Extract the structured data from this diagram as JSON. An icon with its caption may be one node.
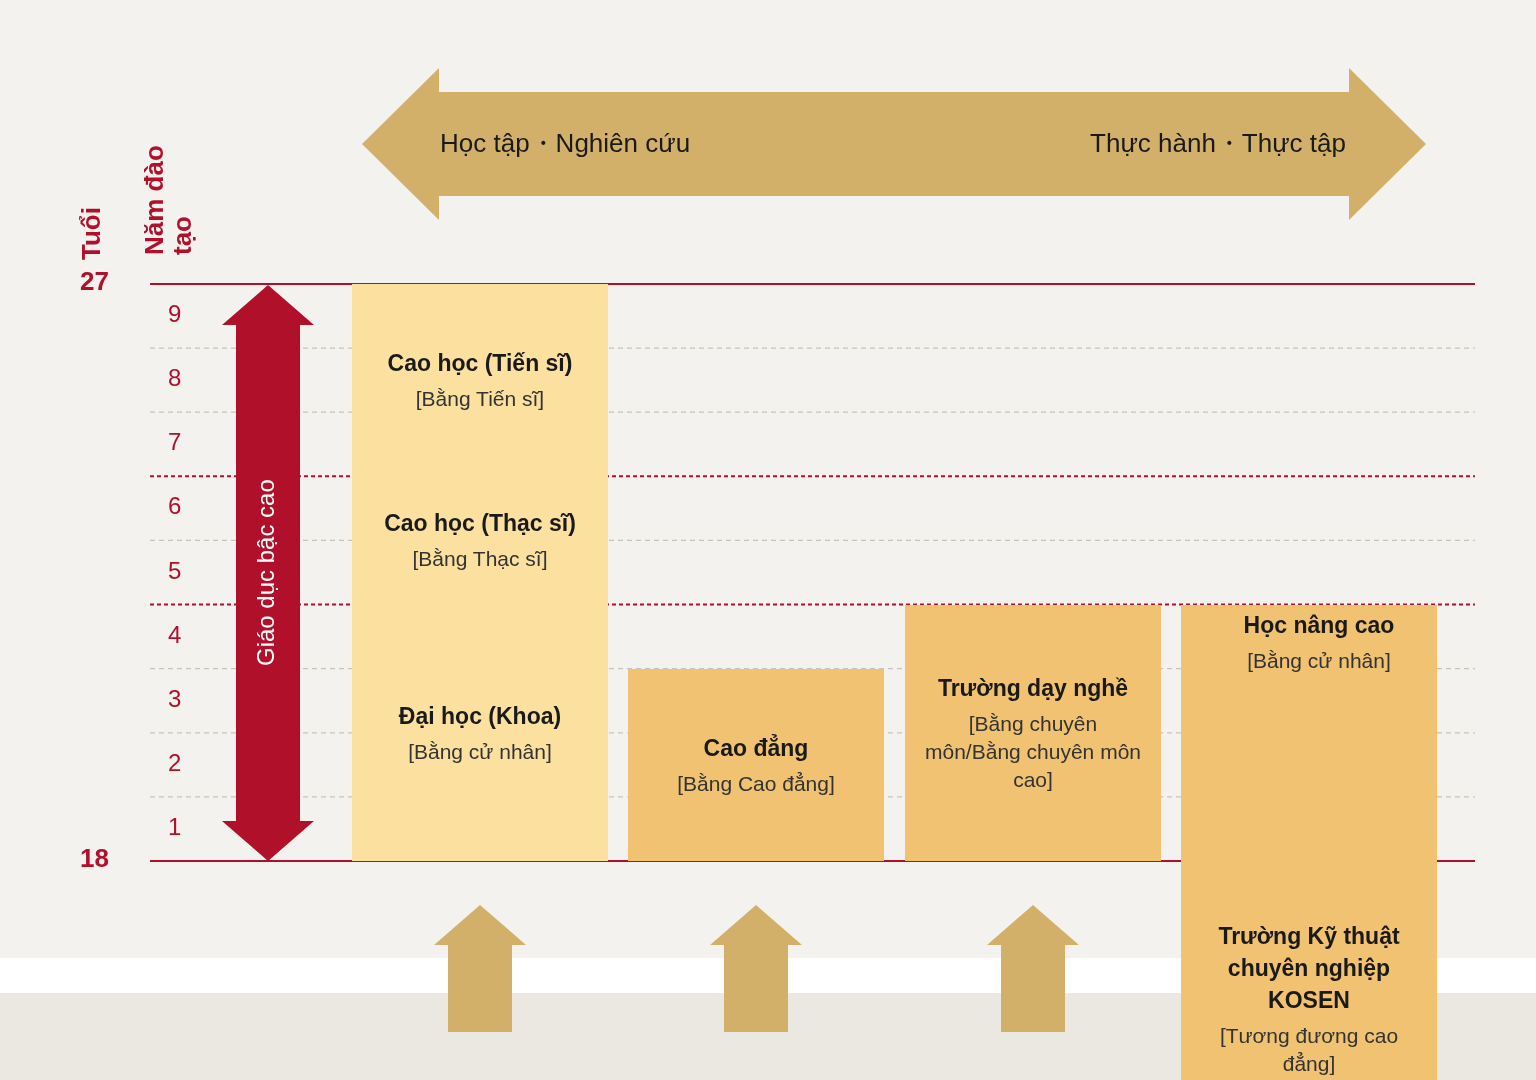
{
  "diagram": {
    "nodes": [
      {
        "text": [
          "Học tập・Nghiên cứu",
          "Thực hành・Thực tập"
        ]
      },
      {
        "text": [
          "Giáo dục bậc cao"
        ]
      },
      {
        "text": [
          "Cao học (Tiến sĩ)",
          "[Bằng Tiến sĩ]"
        ]
      },
      {
        "text": [
          "Cao học (Thạc sĩ)",
          "[Bằng Thạc sĩ]"
        ]
      },
      {
        "text": [
          "Đại học (Khoa)",
          "[Bằng cử nhân]"
        ]
      },
      {
        "text": [
          "Cao đẳng",
          "[Bằng Cao đẳng]"
        ]
      },
      {
        "text": [
          "Trường dạy nghề",
          "[Bằng chuyên môn/Bằng chuyên môn cao]"
        ]
      },
      {
        "text": [
          "Học nâng cao",
          "[Bằng cử nhân]"
        ]
      },
      {
        "text": [
          "Trường Kỹ thuật chuyên nghiệp KOSEN",
          "[Tương đương cao đẳng]"
        ]
      }
    ],
    "edges": [
      {
        "from": null,
        "to": 4,
        "arrow": "to"
      },
      {
        "from": null,
        "to": 5,
        "arrow": "to"
      },
      {
        "from": null,
        "to": 6,
        "arrow": "to"
      }
    ],
    "labels": [
      "Tuổi",
      "Năm đào tạo",
      "27",
      "9",
      "8",
      "7",
      "6",
      "5",
      "4",
      "3",
      "2",
      "1",
      "18"
    ]
  }
}
